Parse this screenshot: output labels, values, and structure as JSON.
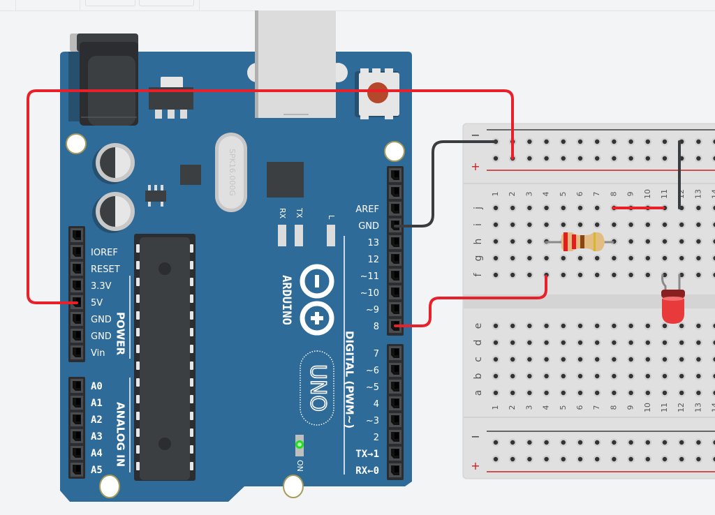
{
  "app": {
    "toolbar_buttons": [
      "",
      ""
    ]
  },
  "arduino": {
    "brand": "ARDUINO",
    "model": "UNO",
    "crystal_label": "SPK16.000G",
    "led_labels": {
      "rx": "RX",
      "tx": "TX",
      "l": "L",
      "on": "ON"
    },
    "power_header": {
      "title": "POWER",
      "pins": [
        "",
        "IOREF",
        "RESET",
        "3.3V",
        "5V",
        "GND",
        "GND",
        "Vin"
      ]
    },
    "analog_header": {
      "title": "ANALOG IN",
      "pins": [
        "A0",
        "A1",
        "A2",
        "A3",
        "A4",
        "A5"
      ]
    },
    "digital_header_top": {
      "pins": [
        "",
        "",
        "AREF",
        "GND",
        "13",
        "12",
        "~11",
        "~10",
        "~9",
        "8"
      ]
    },
    "digital_header_bottom": {
      "title": "DIGITAL (PWM~)",
      "pins": [
        "7",
        "~6",
        "~5",
        "4",
        "~3",
        "2",
        "TX→1",
        "RX←0"
      ]
    },
    "colors": {
      "board": "#2f6b99",
      "header": "#2b2d30",
      "power_led": "#22dd22"
    }
  },
  "breadboard": {
    "rail_minus": "−",
    "rail_plus": "+",
    "rows_top": [
      "j",
      "i",
      "h",
      "g",
      "f"
    ],
    "rows_bottom": [
      "e",
      "d",
      "c",
      "b",
      "a"
    ],
    "columns": [
      "1",
      "2",
      "3",
      "4",
      "5",
      "6",
      "7",
      "8",
      "9",
      "10",
      "11",
      "12",
      "13",
      "14"
    ]
  },
  "components": {
    "resistor": {
      "from": "h4",
      "to": "h8",
      "bands": [
        "#e81c1c",
        "#e81c1c",
        "#8b4513",
        "#d4b82a"
      ]
    },
    "led": {
      "color": "#e83a3a",
      "anode": "f12",
      "cathode": "f11"
    },
    "wires": [
      {
        "name": "5v-to-plus-rail",
        "color": "#e8202a",
        "from": "5V",
        "to": "+rail col2"
      },
      {
        "name": "gnd-to-minus-rail",
        "color": "#3a3d40",
        "from": "GND",
        "to": "-rail col1"
      },
      {
        "name": "pin8-to-f4",
        "color": "#e8202a",
        "from": "8",
        "to": "f4"
      },
      {
        "name": "j8-to-j11",
        "color": "#e8202a",
        "from": "j8",
        "to": "j11"
      },
      {
        "name": "rail-to-j12",
        "color": "#3a3d40",
        "from": "-rail col12",
        "to": "j12"
      }
    ]
  }
}
